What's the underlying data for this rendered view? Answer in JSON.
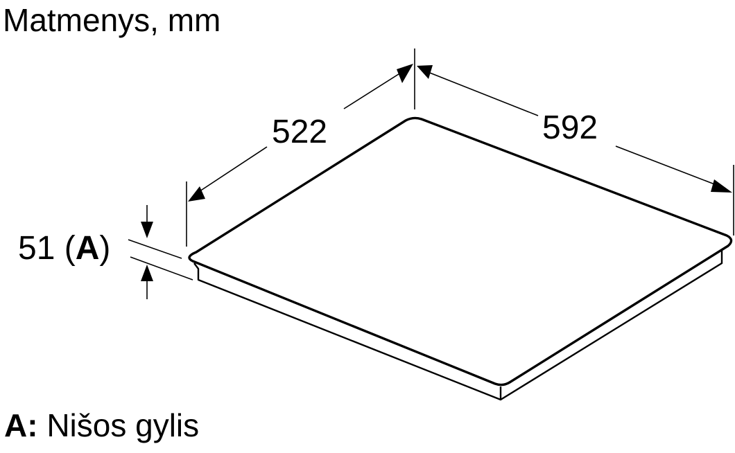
{
  "title": "Matmenys, mm",
  "dimensions": {
    "depth": "522",
    "width": "592",
    "height_value": "51 (",
    "height_key": "A",
    "height_close": ")"
  },
  "legend": {
    "key": "A:",
    "text": " Nišos gylis"
  }
}
